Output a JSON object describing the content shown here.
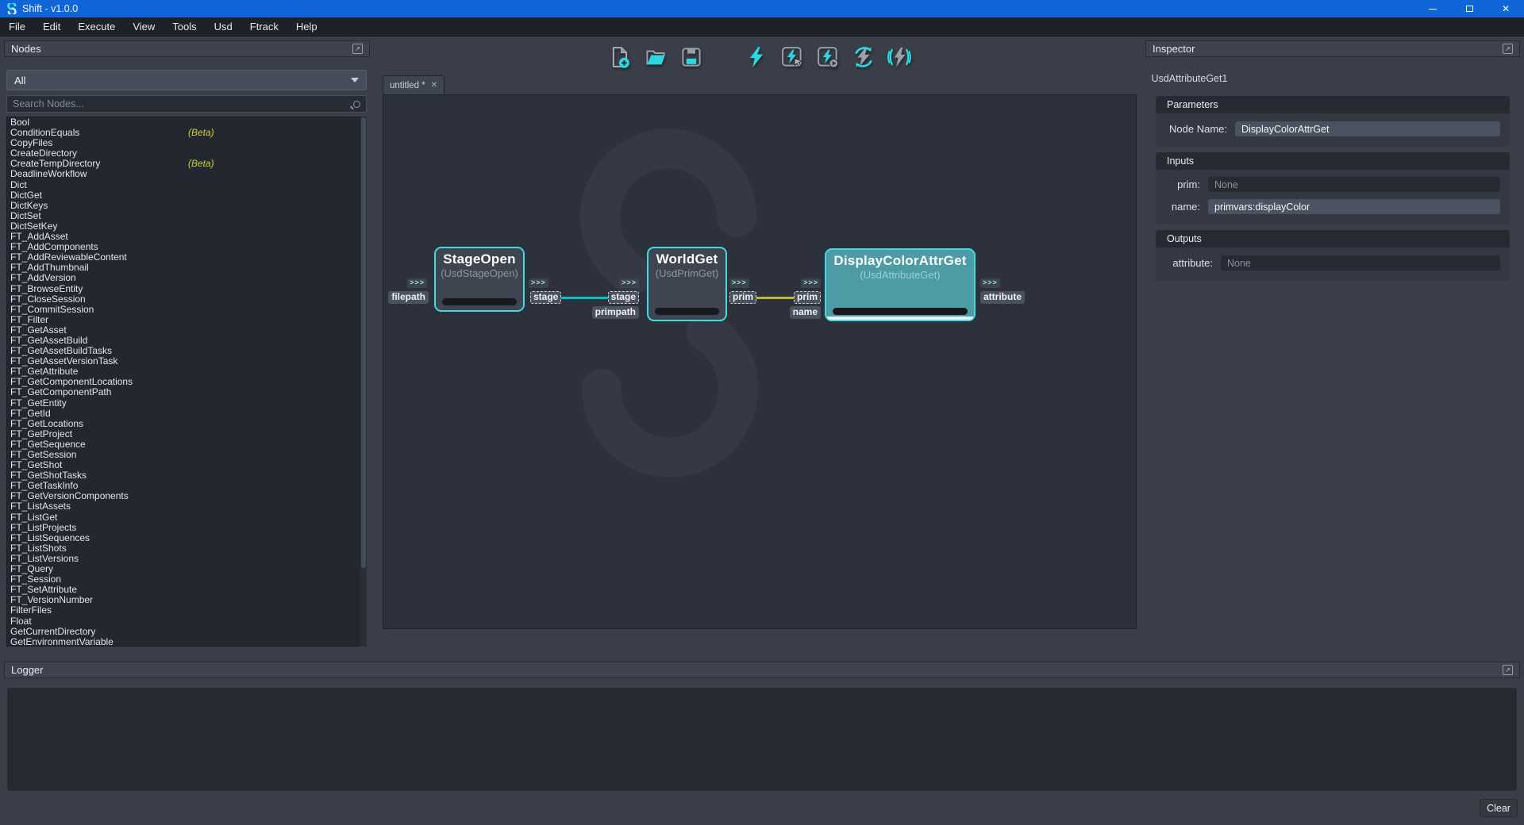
{
  "window": {
    "title": "Shift - v1.0.0",
    "close_glyph": "✕"
  },
  "menu": {
    "items": [
      "File",
      "Edit",
      "Execute",
      "View",
      "Tools",
      "Usd",
      "Ftrack",
      "Help"
    ]
  },
  "ui": {
    "float_glyph": "↗"
  },
  "toolbar": {
    "icons": [
      "new-file",
      "open-file",
      "save-file",
      "execute",
      "execute-selected",
      "execute-from-selected",
      "refresh-execute",
      "live-execute"
    ]
  },
  "nodes_panel": {
    "title": "Nodes",
    "filter_value": "All",
    "search_placeholder": "Search Nodes...",
    "items": [
      {
        "label": "Bool"
      },
      {
        "label": "ConditionEquals",
        "beta": "(Beta)"
      },
      {
        "label": "CopyFiles"
      },
      {
        "label": "CreateDirectory"
      },
      {
        "label": "CreateTempDirectory",
        "beta": "(Beta)"
      },
      {
        "label": "DeadlineWorkflow"
      },
      {
        "label": "Dict"
      },
      {
        "label": "DictGet"
      },
      {
        "label": "DictKeys"
      },
      {
        "label": "DictSet"
      },
      {
        "label": "DictSetKey"
      },
      {
        "label": "FT_AddAsset"
      },
      {
        "label": "FT_AddComponents"
      },
      {
        "label": "FT_AddReviewableContent"
      },
      {
        "label": "FT_AddThumbnail"
      },
      {
        "label": "FT_AddVersion"
      },
      {
        "label": "FT_BrowseEntity"
      },
      {
        "label": "FT_CloseSession"
      },
      {
        "label": "FT_CommitSession"
      },
      {
        "label": "FT_Filter"
      },
      {
        "label": "FT_GetAsset"
      },
      {
        "label": "FT_GetAssetBuild"
      },
      {
        "label": "FT_GetAssetBuildTasks"
      },
      {
        "label": "FT_GetAssetVersionTask"
      },
      {
        "label": "FT_GetAttribute"
      },
      {
        "label": "FT_GetComponentLocations"
      },
      {
        "label": "FT_GetComponentPath"
      },
      {
        "label": "FT_GetEntity"
      },
      {
        "label": "FT_GetId"
      },
      {
        "label": "FT_GetLocations"
      },
      {
        "label": "FT_GetProject"
      },
      {
        "label": "FT_GetSequence"
      },
      {
        "label": "FT_GetSession"
      },
      {
        "label": "FT_GetShot"
      },
      {
        "label": "FT_GetShotTasks"
      },
      {
        "label": "FT_GetTaskInfo"
      },
      {
        "label": "FT_GetVersionComponents"
      },
      {
        "label": "FT_ListAssets"
      },
      {
        "label": "FT_ListGet"
      },
      {
        "label": "FT_ListProjects"
      },
      {
        "label": "FT_ListSequences"
      },
      {
        "label": "FT_ListShots"
      },
      {
        "label": "FT_ListVersions"
      },
      {
        "label": "FT_Query"
      },
      {
        "label": "FT_Session"
      },
      {
        "label": "FT_SetAttribute"
      },
      {
        "label": "FT_VersionNumber"
      },
      {
        "label": "FilterFiles"
      },
      {
        "label": "Float"
      },
      {
        "label": "GetCurrentDirectory"
      },
      {
        "label": "GetEnvironmentVariable"
      }
    ]
  },
  "canvas": {
    "tab_label": "untitled *",
    "tab_close": "✕",
    "graph": {
      "port_marker": ">>>",
      "edge_colors": {
        "stage": "#00c4ca",
        "prim": "#b7bb2e"
      },
      "nodes": [
        {
          "title": "StageOpen",
          "subtitle": "(UsdStageOpen)"
        },
        {
          "title": "WorldGet",
          "subtitle": "(UsdPrimGet)"
        },
        {
          "title": "DisplayColorAttrGet",
          "subtitle": "(UsdAttributeGet)"
        }
      ],
      "ports": {
        "filepath": "filepath",
        "stage": "stage",
        "primpath": "primpath",
        "prim": "prim",
        "name": "name",
        "attribute": "attribute"
      }
    }
  },
  "inspector": {
    "title": "Inspector",
    "node_tab": "UsdAttributeGet1",
    "parameters": {
      "title": "Parameters",
      "node_name_label": "Node Name:",
      "node_name_value": "DisplayColorAttrGet"
    },
    "inputs": {
      "title": "Inputs",
      "prim_label": "prim:",
      "prim_value": "None",
      "name_label": "name:",
      "name_value": "primvars:displayColor"
    },
    "outputs": {
      "title": "Outputs",
      "attribute_label": "attribute:",
      "attribute_value": "None"
    }
  },
  "logger": {
    "title": "Logger",
    "clear_label": "Clear",
    "log_value": ""
  }
}
